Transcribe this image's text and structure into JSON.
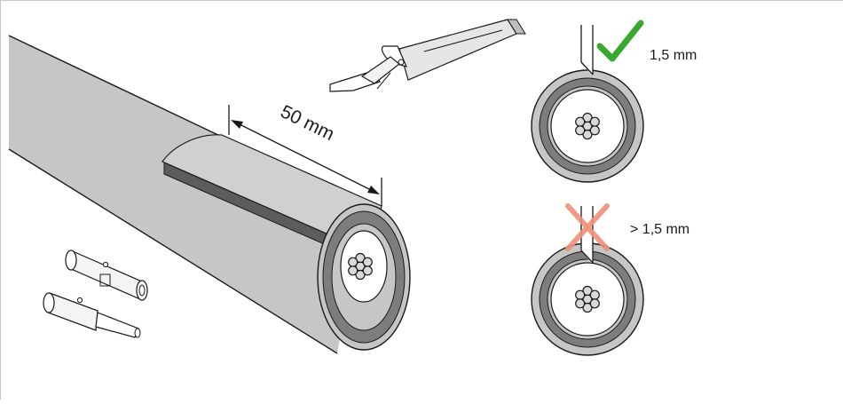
{
  "dimension": {
    "length_label": "50 mm"
  },
  "cross_sections": [
    {
      "id": "correct",
      "label": "1,5 mm",
      "status": "correct",
      "status_color": "#3aa82e"
    },
    {
      "id": "wrong",
      "label": "> 1,5 mm",
      "status": "wrong",
      "status_color": "#f0907a"
    }
  ],
  "colors": {
    "cable_sheath": "#c6c6c6",
    "sheath_dark": "#7d7d7d",
    "line": "#1a1a1a",
    "check": "#3aa82e",
    "cross": "#f0907a"
  },
  "icons": {
    "check": "check-icon",
    "cross": "cross-icon",
    "stripping_tool": "cable-stripper-icon",
    "ferrules": "wire-ferrule-icon"
  }
}
